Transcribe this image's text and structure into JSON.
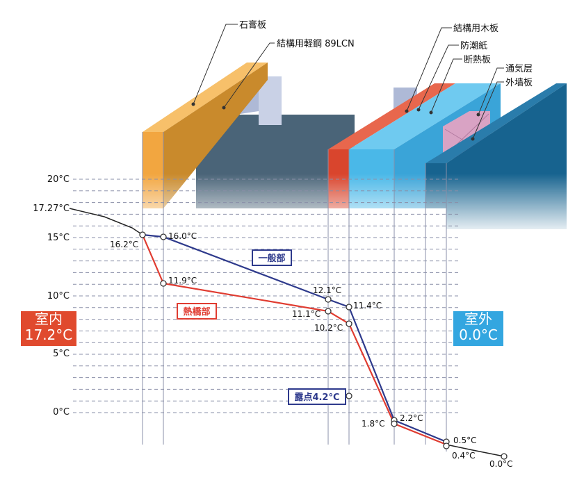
{
  "layers": {
    "gypsum": "石膏板",
    "steel": "結構用軽鋼 89LCN",
    "wood": "結構用木板",
    "moisture": "防潮紙",
    "insulation": "断熱板",
    "air": "通気层",
    "cladding": "外墙板"
  },
  "axis_labels": [
    "20°C",
    "17.27°C",
    "15°C",
    "10°C",
    "5°C",
    "0°C"
  ],
  "indoor": {
    "label": "室内",
    "temp": "17.2°C"
  },
  "outdoor": {
    "label": "室外",
    "temp": "0.0°C"
  },
  "series": {
    "general": {
      "name": "一般部",
      "color": "#2e3a8c"
    },
    "bridge": {
      "name": "熱橋部",
      "color": "#e03c31"
    }
  },
  "dew_point": "露点4.2°C",
  "temps": {
    "t16_2": "16.2°C",
    "t16_0": "16.0°C",
    "t11_9": "11.9°C",
    "t12_1": "12.1°C",
    "t11_1": "11.1°C",
    "t11_4": "11.4°C",
    "t10_2": "10.2°C",
    "t2_2": "2.2°C",
    "t1_8": "1.8°C",
    "t0_5": "0.5°C",
    "t0_4": "0.4°C",
    "t0_0": "0.0°C"
  },
  "colors": {
    "gypsum": "#f2a640",
    "wood": "#e04a2e",
    "insulation": "#4ab8e8",
    "cladding": "#17638f",
    "steel": "#aeb9d6",
    "wall_dark": "#4a6478"
  }
}
